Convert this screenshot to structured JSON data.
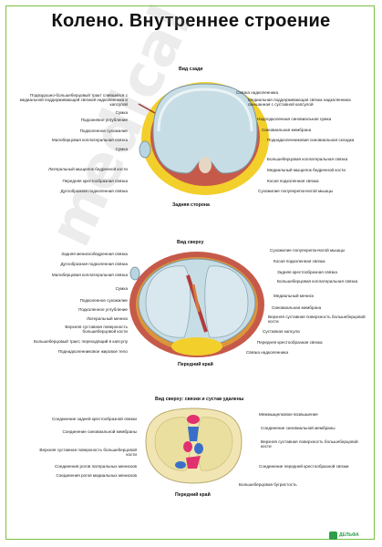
{
  "title": "Колено. Внутреннее строение",
  "colors": {
    "border": "#7ac143",
    "cartilage": "#c7dde6",
    "fat": "#f2cf2a",
    "capsule": "#c65a4a",
    "accent_blue": "#3a6fc9",
    "accent_pink": "#e0316e"
  },
  "figure1": {
    "caption_top": "Вид сзади",
    "caption_bottom": "Задняя сторона",
    "left_labels": [
      "Подвздошно-большеберцовый тракт слившийся с медиальной поддерживающей связкой надколенника и капсулой",
      "Сумка",
      "Подсиневое углубление",
      "Подколенное сухожилие",
      "Малоберцовая коллатеральная связка",
      "Сумка",
      "Латеральный мыщелок бедренной кости",
      "Передняя крестообразная связка",
      "Дугообразная подколенная связка"
    ],
    "right_labels": [
      "Связка надколенника",
      "Медиальная поддерживающая связка надколенника смешанная с суставной капсулой",
      "Надподколенная синовиальная сумка",
      "Синовиальная мембрана",
      "Поднадколенниковая синовиальная складка",
      "Большеберцовая коллатеральная связка",
      "Медиальный мыщелок бедренной кости",
      "Косая подколенная связка",
      "Сухожилие полуперепончатой мышцы"
    ]
  },
  "figure2": {
    "caption_top": "Вид сверху",
    "caption_bottom": "Передний край",
    "left_labels": [
      "Задняя менискобедренная связка",
      "Дугообразная подколенная связка",
      "Малоберцовая коллатеральная связка",
      "Сумка",
      "Подколенное сухожилие",
      "Подколенное углубление",
      "Латеральный мениск",
      "Верхняя суставная поверхность большеберцовой кости",
      "Большеберцовый тракт, переходящий в капсулу",
      "Поднадколенниковое жировое тело"
    ],
    "right_labels": [
      "Сухожилие полуперепончатой мышцы",
      "Косая подколенная связка",
      "Задняя крестообразная связка",
      "Большеберцовая коллатеральная связка",
      "Медиальный мениск",
      "Синовиальная мембрана",
      "Верхняя суставная поверхность большеберцовой кости",
      "Суставная капсула",
      "Передняя крестообразная связка",
      "Связка надколенника"
    ]
  },
  "figure3": {
    "caption_top": "Вид сверху: связки и сустав удалены",
    "caption_bottom": "Передний край",
    "left_labels": [
      "Соединение задней крестообразной связки",
      "Соединение синовиальной мембраны",
      "Верхняя суставная поверхность большеберцовой кости",
      "Соединения рогов латеральных менисков",
      "Соединения рогов медиальных менисков"
    ],
    "right_labels": [
      "Межмыщелковое возвышение",
      "Соединение синовиальной мембраны",
      "Верхняя суставная поверхность большеберцовой кости",
      "Соединение передней крестообразной связки",
      "Большеберцовая бугристость"
    ]
  },
  "watermark": "medical",
  "logo_text": "ДЕЛЬФА"
}
